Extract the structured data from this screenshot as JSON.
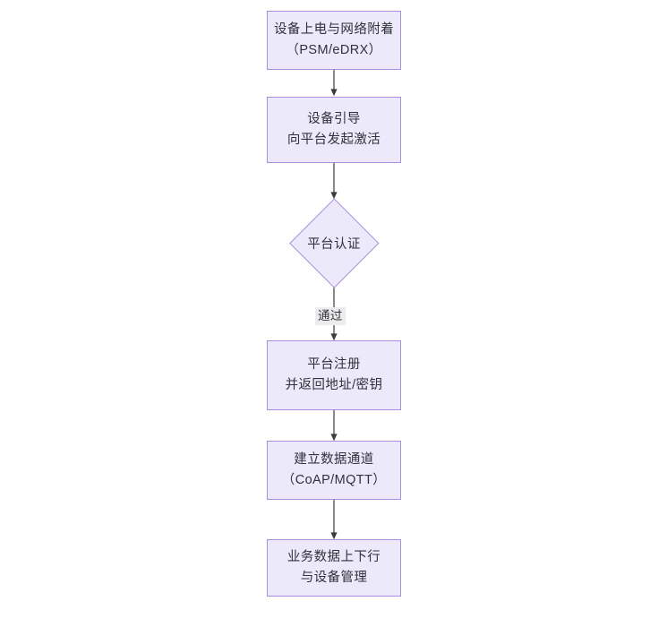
{
  "diagram": {
    "type": "flowchart",
    "orientation": "top-to-bottom",
    "title": "",
    "theme": {
      "node_fill": "#ebe9fa",
      "node_border": "#a98edb",
      "text_color": "#32323a",
      "edge_color": "#3b3b3b",
      "edge_label_bg": "#ececed",
      "canvas_bg": "#ffffff"
    },
    "nodes": [
      {
        "id": "n1",
        "shape": "rect",
        "lines": [
          "设备上电与网络附着",
          "（PSM/eDRX）"
        ]
      },
      {
        "id": "n2",
        "shape": "rect",
        "lines": [
          "设备引导",
          "向平台发起激活"
        ]
      },
      {
        "id": "n3",
        "shape": "diamond",
        "lines": [
          "平台认证"
        ]
      },
      {
        "id": "n4",
        "shape": "rect",
        "lines": [
          "平台注册",
          "并返回地址/密钥"
        ]
      },
      {
        "id": "n5",
        "shape": "rect",
        "lines": [
          "建立数据通道",
          "（CoAP/MQTT）"
        ]
      },
      {
        "id": "n6",
        "shape": "rect",
        "lines": [
          "业务数据上下行",
          "与设备管理"
        ]
      }
    ],
    "edges": [
      {
        "id": "e1",
        "from": "n1",
        "to": "n2",
        "label": "",
        "arrow": "solid"
      },
      {
        "id": "e2",
        "from": "n2",
        "to": "n3",
        "label": "",
        "arrow": "solid"
      },
      {
        "id": "e3",
        "from": "n3",
        "to": "n4",
        "label": "通过",
        "arrow": "solid"
      },
      {
        "id": "e4",
        "from": "n4",
        "to": "n5",
        "label": "",
        "arrow": "solid"
      },
      {
        "id": "e5",
        "from": "n5",
        "to": "n6",
        "label": "",
        "arrow": "solid"
      }
    ]
  }
}
